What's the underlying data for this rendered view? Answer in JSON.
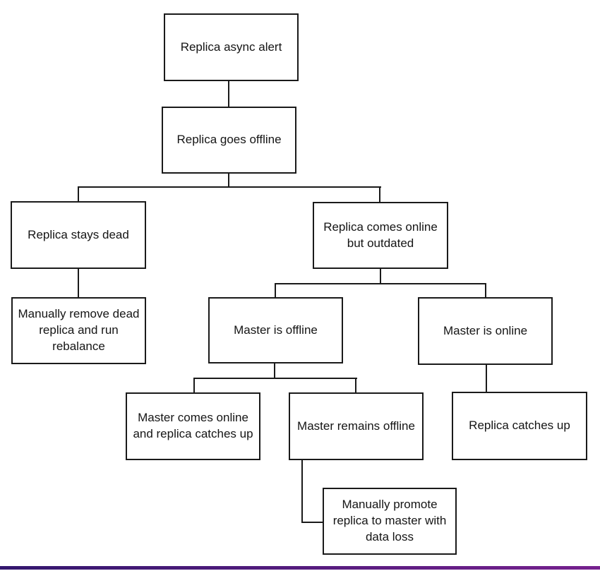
{
  "diagram": {
    "type": "flowchart",
    "nodes": {
      "replica_async_alert": {
        "label": "Replica async alert"
      },
      "replica_goes_offline": {
        "label": "Replica goes offline"
      },
      "replica_stays_dead": {
        "label": "Replica stays dead"
      },
      "replica_comes_online_but_outdated": {
        "label": "Replica comes online but outdated"
      },
      "manually_remove_dead_replica": {
        "label": "Manually remove dead replica and run rebalance"
      },
      "master_is_offline": {
        "label": "Master is offline"
      },
      "master_is_online": {
        "label": "Master is online"
      },
      "master_comes_online_replica_catches_up": {
        "label": "Master comes online and replica catches up"
      },
      "master_remains_offline": {
        "label": "Master remains offline"
      },
      "replica_catches_up": {
        "label": "Replica catches up"
      },
      "manually_promote_replica": {
        "label": "Manually promote replica to master with data loss"
      }
    },
    "edges": [
      {
        "from": "replica_async_alert",
        "to": "replica_goes_offline"
      },
      {
        "from": "replica_goes_offline",
        "to": "replica_stays_dead"
      },
      {
        "from": "replica_goes_offline",
        "to": "replica_comes_online_but_outdated"
      },
      {
        "from": "replica_stays_dead",
        "to": "manually_remove_dead_replica"
      },
      {
        "from": "replica_comes_online_but_outdated",
        "to": "master_is_offline"
      },
      {
        "from": "replica_comes_online_but_outdated",
        "to": "master_is_online"
      },
      {
        "from": "master_is_offline",
        "to": "master_comes_online_replica_catches_up"
      },
      {
        "from": "master_is_offline",
        "to": "master_remains_offline"
      },
      {
        "from": "master_is_online",
        "to": "replica_catches_up"
      },
      {
        "from": "master_remains_offline",
        "to": "manually_promote_replica"
      }
    ]
  },
  "colors": {
    "node_border": "#1a1a1a",
    "connector": "#1a1a1a",
    "bottom_bar_left": "#33176e",
    "bottom_bar_right": "#76218e"
  }
}
